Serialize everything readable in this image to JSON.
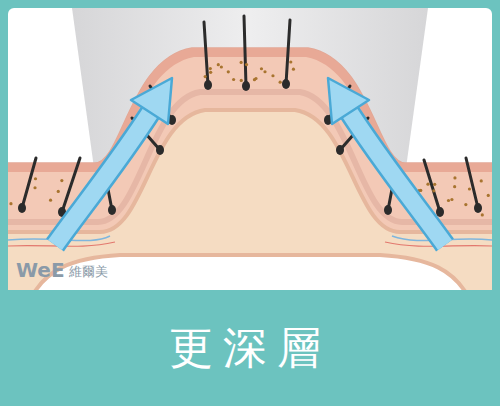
{
  "diagram": {
    "caption": "更深層",
    "labels": [
      "WeE",
      "維爾美"
    ]
  }
}
